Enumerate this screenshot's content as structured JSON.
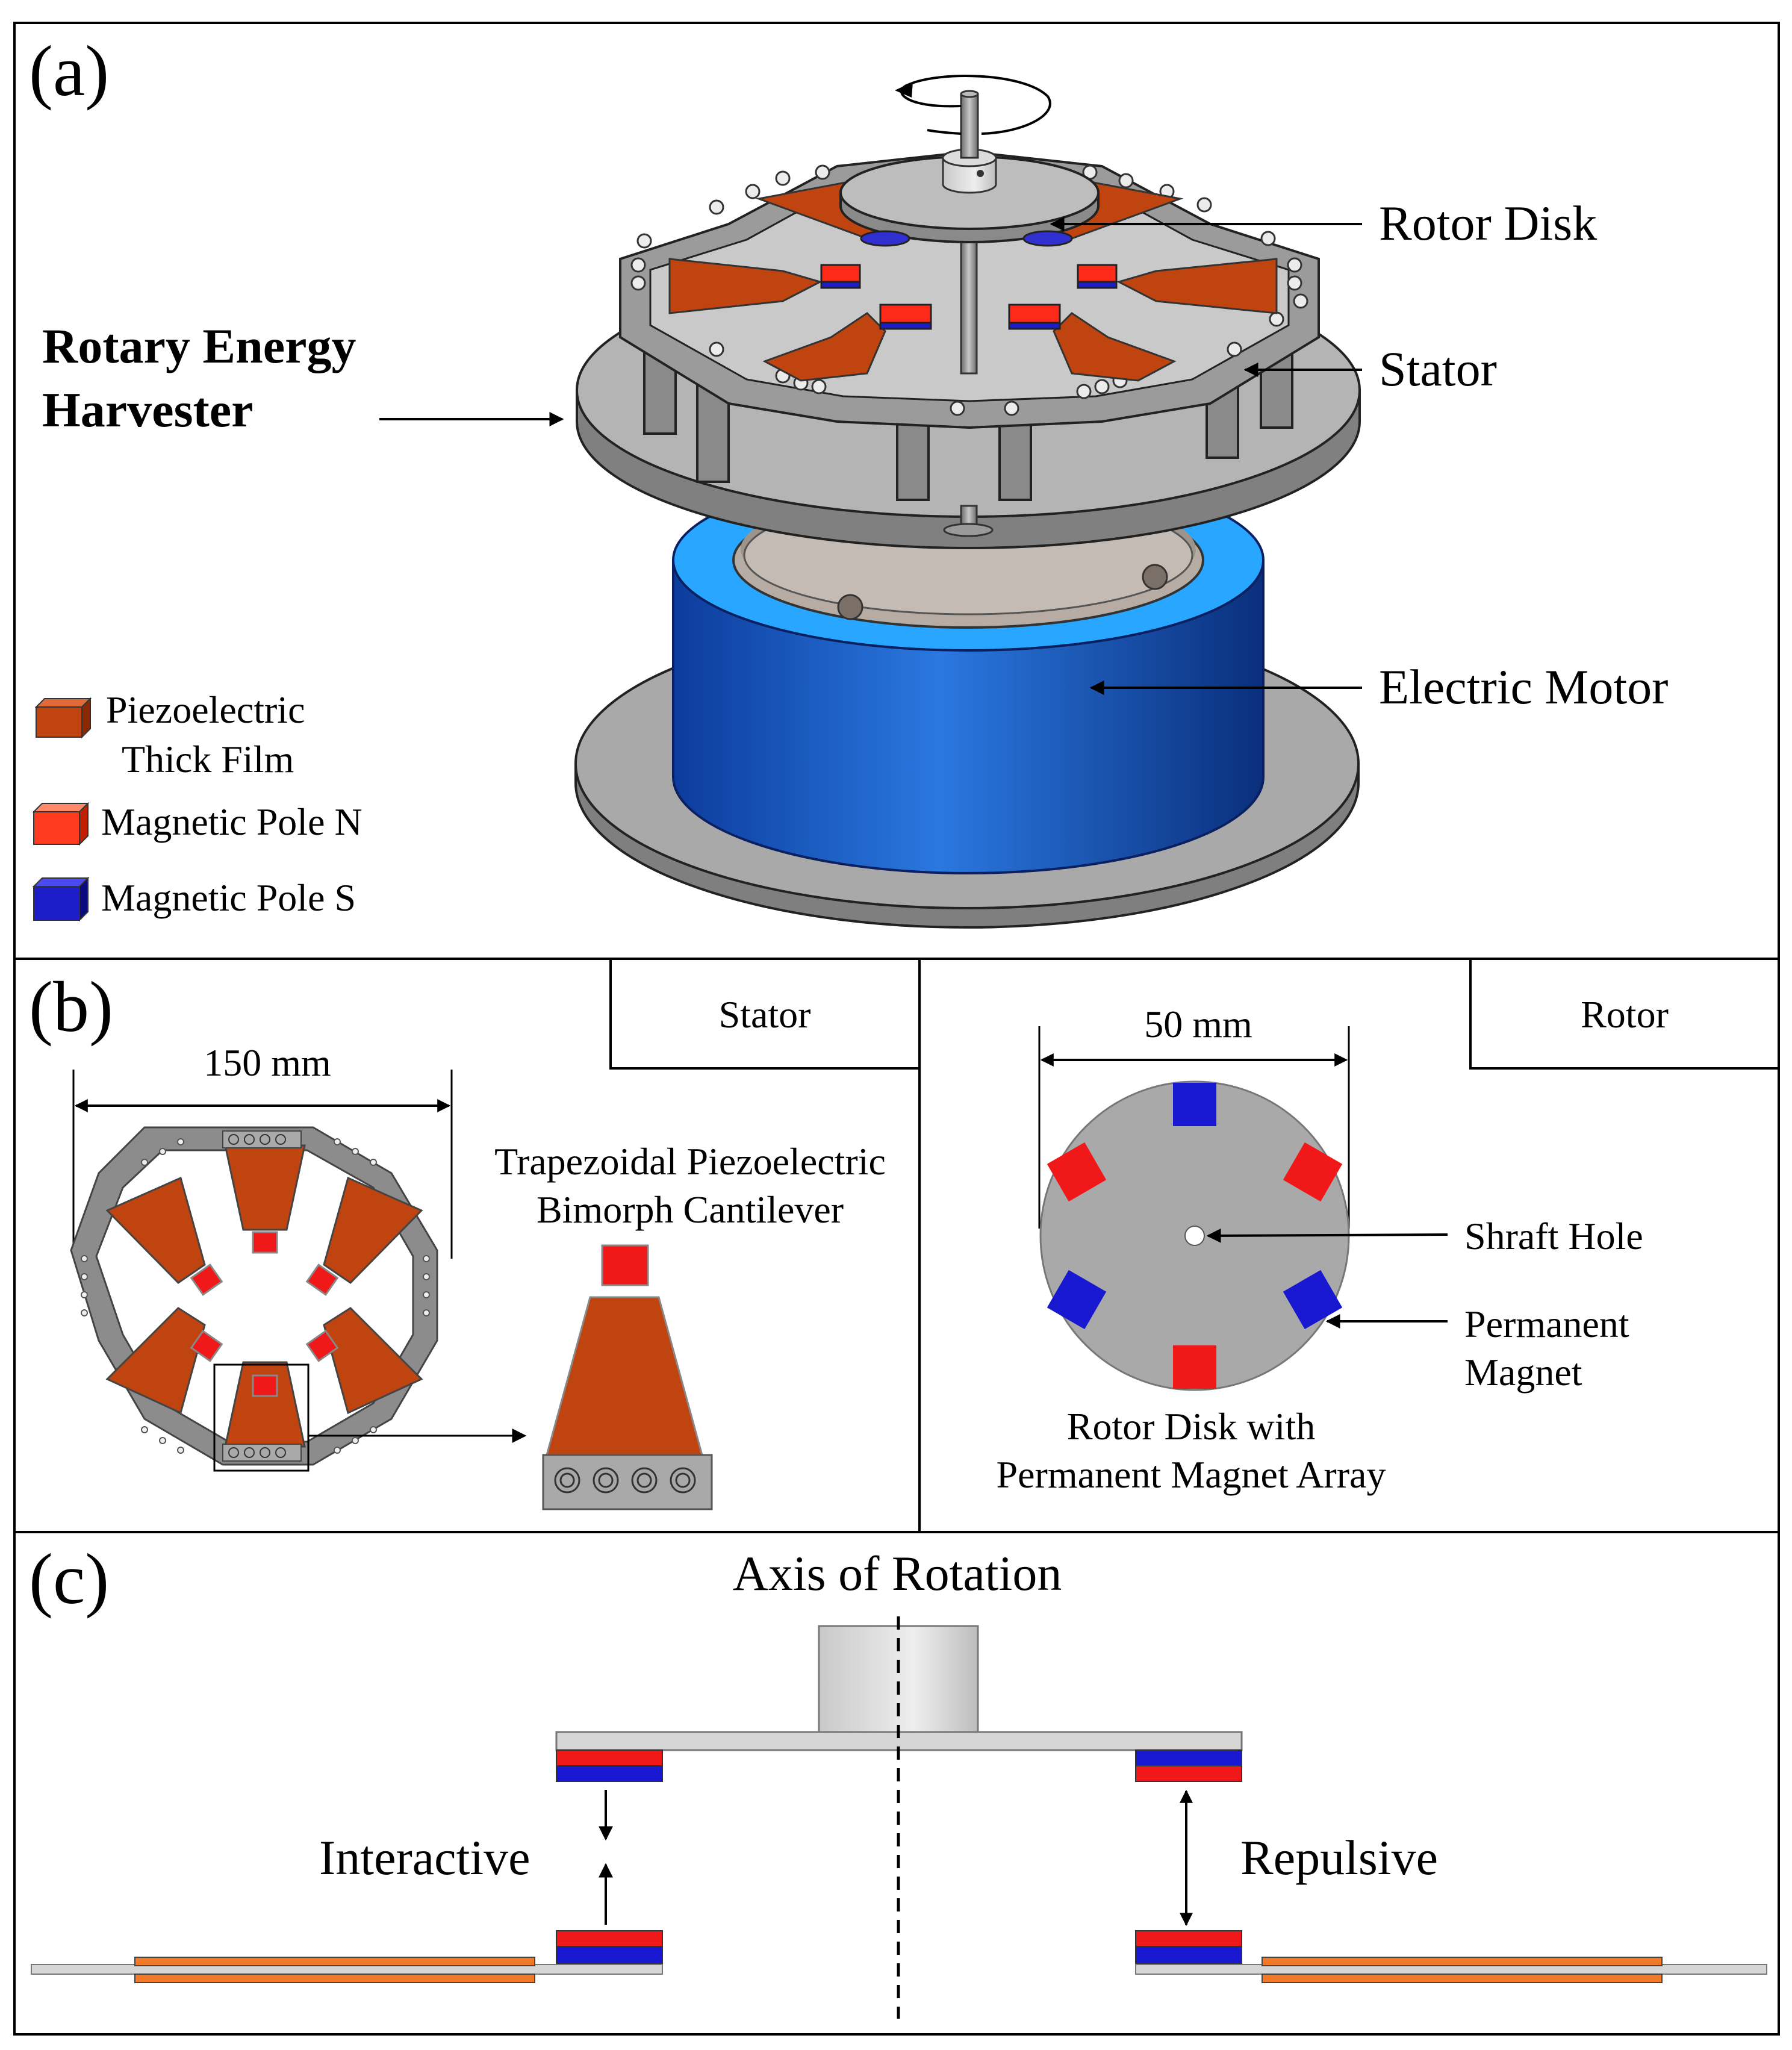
{
  "panel_a": {
    "label": "(a)",
    "title_line1": "Rotary Energy",
    "title_line2": "Harvester",
    "callouts": {
      "rotor_disk": "Rotor Disk",
      "stator": "Stator",
      "electric_motor": "Electric Motor"
    },
    "legend": [
      {
        "line1": "Piezoelectric",
        "line2": "Thick Film",
        "color": "#c0440f"
      },
      {
        "line1": "Magnetic Pole N",
        "line2": "",
        "color": "#ff3b1f"
      },
      {
        "line1": "Magnetic Pole S",
        "line2": "",
        "color": "#1c1cc8"
      }
    ]
  },
  "panel_b": {
    "label": "(b)",
    "stator_tab": "Stator",
    "rotor_tab": "Rotor",
    "stator_dimension": "150 mm",
    "rotor_dimension": "50 mm",
    "cantilever_line1": "Trapezoidal Piezoelectric",
    "cantilever_line2": "Bimorph Cantilever",
    "shaft_hole": "Shraft Hole",
    "magnet_line1": "Permanent",
    "magnet_line2": "Magnet",
    "rotor_caption_line1": "Rotor Disk with",
    "rotor_caption_line2": "Permanent Magnet Array"
  },
  "panel_c": {
    "label": "(c)",
    "axis_label": "Axis of Rotation",
    "left_label": "Interactive",
    "right_label": "Repulsive"
  },
  "colors": {
    "piezo": "#c0440f",
    "north": "#f01818",
    "south": "#1818d0",
    "steel": "#9a9a9a",
    "motor_blue": "#1e5fc8",
    "orange_film": "#f07a28"
  }
}
